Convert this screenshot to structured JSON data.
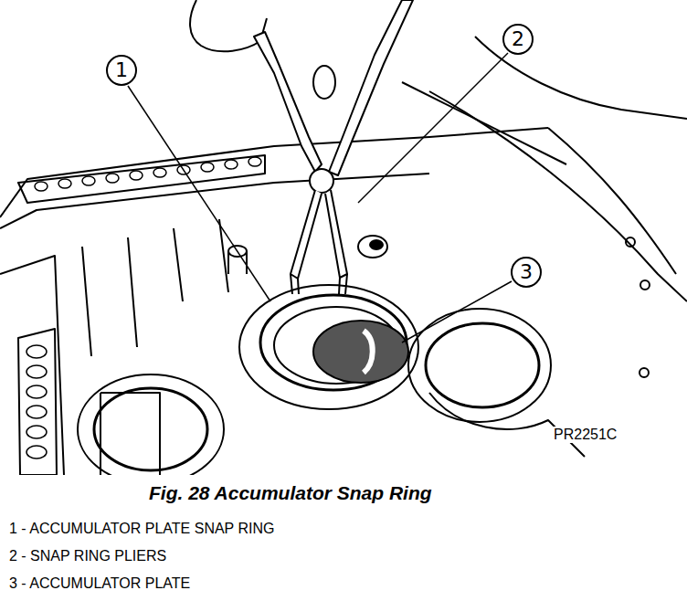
{
  "diagram": {
    "caption": "Fig. 28 Accumulator Snap Ring",
    "nodes": [
      {
        "text": [
          "1"
        ]
      },
      {
        "text": [
          "2"
        ]
      },
      {
        "text": [
          "3"
        ]
      }
    ],
    "labels": [
      "PR2251C",
      "1 - ACCUMULATOR PLATE SNAP RING",
      "2 - SNAP RING PLIERS",
      "3 - ACCUMULATOR PLATE"
    ]
  }
}
